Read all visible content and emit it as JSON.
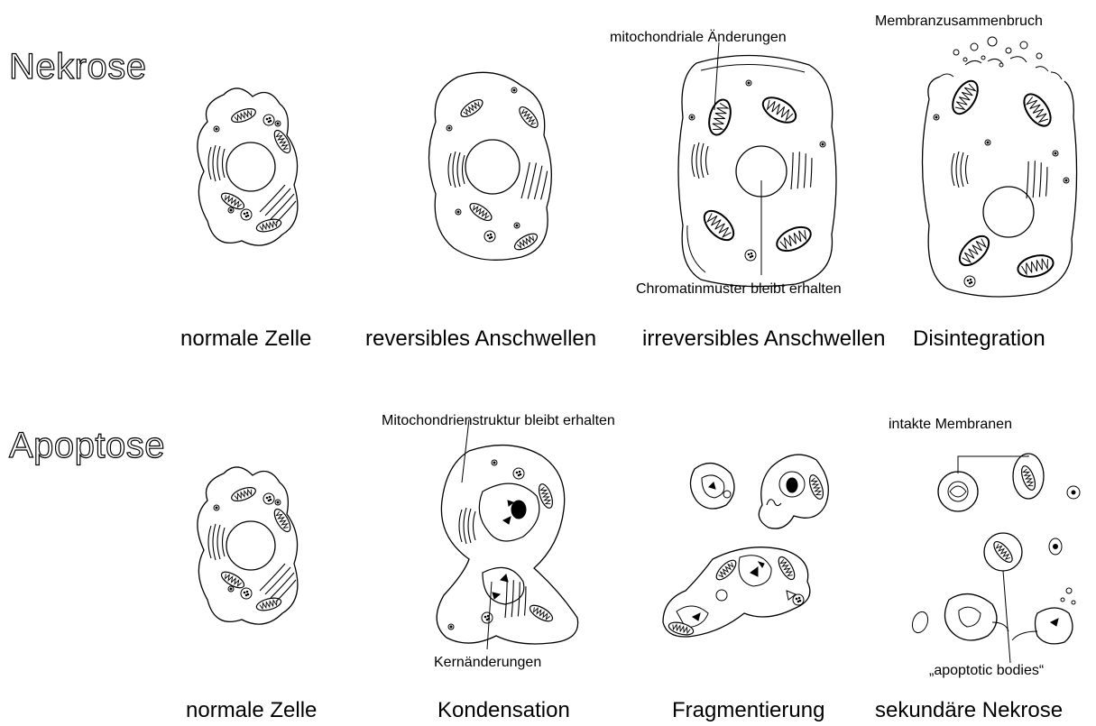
{
  "rows": {
    "necrosis": {
      "title": "Nekrose",
      "stages": [
        "normale Zelle",
        "reversibles Anschwellen",
        "irreversibles Anschwellen",
        "Disintegration"
      ],
      "annotations": {
        "mito": "mitochondriale Änderungen",
        "membrane": "Membranzusammenbruch",
        "chromatin": "Chromatinmuster bleibt erhalten"
      }
    },
    "apoptosis": {
      "title": "Apoptose",
      "stages": [
        "normale Zelle",
        "Kondensation",
        "Fragmentierung",
        "sekundäre Nekrose"
      ],
      "annotations": {
        "mito": "Mitochondrienstruktur bleibt erhalten",
        "nucleus": "Kernänderungen",
        "membranes": "intakte Membranen",
        "bodies": "„apoptotic bodies“"
      }
    }
  }
}
